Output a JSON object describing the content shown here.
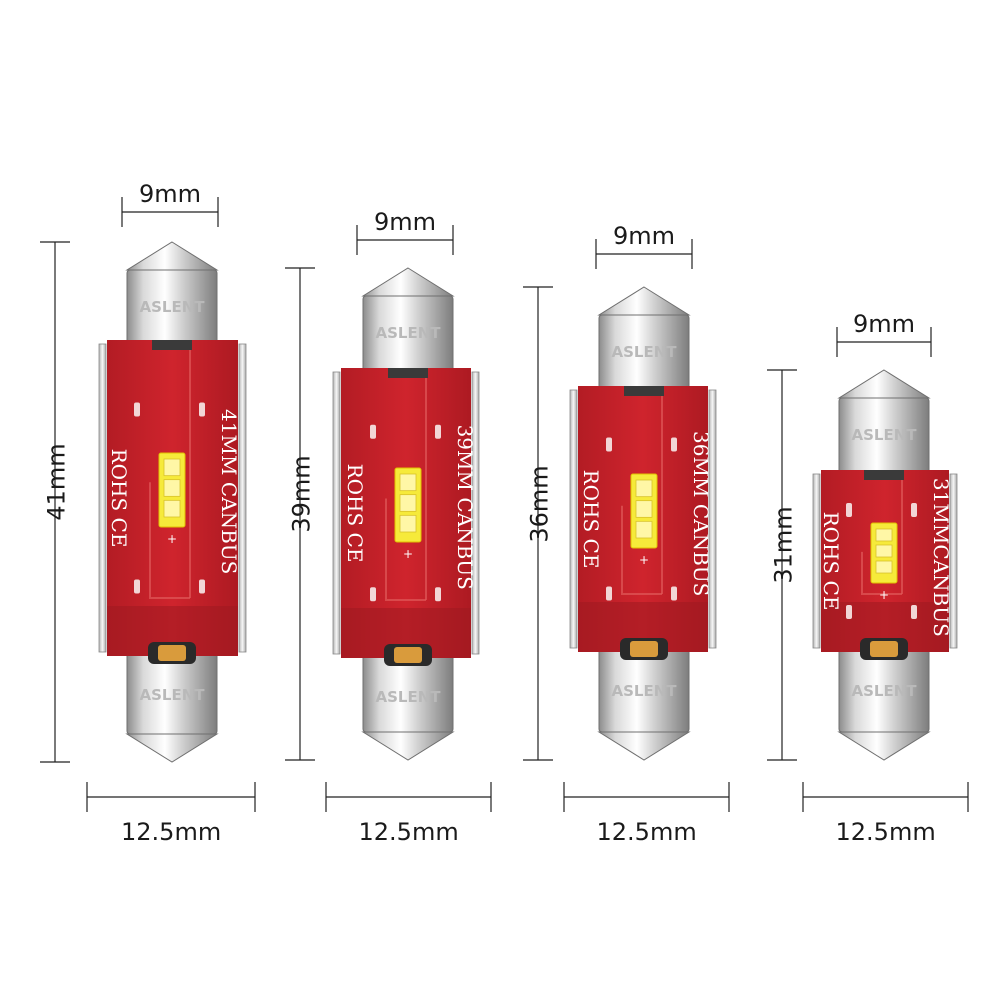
{
  "brand": "ASLENT",
  "colors": {
    "pcb": "#c8202a",
    "pcb_dark": "#9e1a20",
    "trace": "#e05a5a",
    "led": "#f6ea3a",
    "metal_light": "#f4f4f4",
    "metal_dark": "#9a9a9a",
    "dimension_line": "#222222"
  },
  "bulbs": [
    {
      "id": "bulb-41mm",
      "length_label": "41mm",
      "cap_label": "9mm",
      "width_label": "12.5mm",
      "board_text": "41MM CANBUS",
      "cert_text": "ROHS CE",
      "polarity": "+"
    },
    {
      "id": "bulb-39mm",
      "length_label": "39mm",
      "cap_label": "9mm",
      "width_label": "12.5mm",
      "board_text": "39MM CANBUS",
      "cert_text": "ROHS CE",
      "polarity": "+"
    },
    {
      "id": "bulb-36mm",
      "length_label": "36mm",
      "cap_label": "9mm",
      "width_label": "12.5mm",
      "board_text": "36MM CANBUS",
      "cert_text": "ROHS CE",
      "polarity": "+"
    },
    {
      "id": "bulb-31mm",
      "length_label": "31mm",
      "cap_label": "9mm",
      "width_label": "12.5mm",
      "board_text": "31MMCANBUS",
      "cert_text": "ROHS CE",
      "polarity": "+"
    }
  ]
}
